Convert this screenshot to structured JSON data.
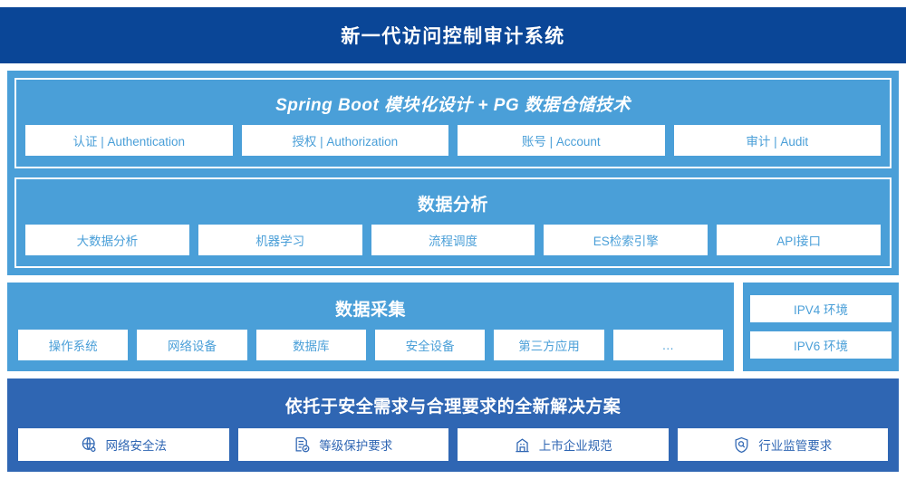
{
  "header": {
    "title": "新一代访问控制审计系统"
  },
  "architecture": {
    "platform": {
      "heading": "Spring Boot 模块化设计 + PG 数据仓储技术",
      "items": [
        {
          "label": "认证 | Authentication"
        },
        {
          "label": "授权 | Authorization"
        },
        {
          "label": "账号 | Account"
        },
        {
          "label": "审计 | Audit"
        }
      ]
    },
    "analysis": {
      "heading": "数据分析",
      "items": [
        {
          "label": "大数据分析"
        },
        {
          "label": "机器学习"
        },
        {
          "label": "流程调度"
        },
        {
          "label": "ES检索引擎"
        },
        {
          "label": "API接口"
        }
      ]
    },
    "collection": {
      "heading": "数据采集",
      "items": [
        {
          "label": "操作系统"
        },
        {
          "label": "网络设备"
        },
        {
          "label": "数据库"
        },
        {
          "label": "安全设备"
        },
        {
          "label": "第三方应用"
        },
        {
          "label": "…"
        }
      ]
    },
    "environment": {
      "items": [
        {
          "label": "IPV4 环境"
        },
        {
          "label": "IPV6 环境"
        }
      ]
    },
    "compliance": {
      "heading": "依托于安全需求与合理要求的全新解决方案",
      "items": [
        {
          "label": "网络安全法",
          "icon": "globe-icon"
        },
        {
          "label": "等级保护要求",
          "icon": "document-check-icon"
        },
        {
          "label": "上市企业规范",
          "icon": "bank-icon"
        },
        {
          "label": "行业监管要求",
          "icon": "shield-search-icon"
        }
      ]
    }
  },
  "colors": {
    "title_bar": "#0a4697",
    "panel_blue": "#4a9fd8",
    "bottom_blue": "#2f66b3",
    "chip_background": "#ffffff"
  }
}
